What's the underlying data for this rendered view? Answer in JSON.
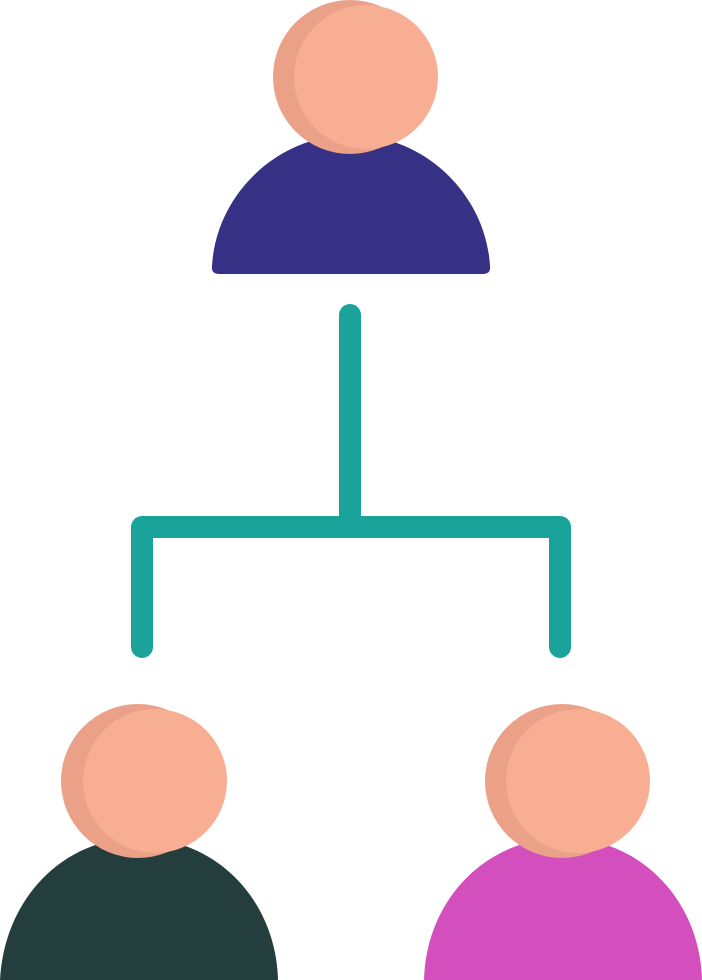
{
  "diagram": {
    "kind": "hierarchy",
    "nodes": [
      {
        "id": "top-person",
        "role": "parent",
        "icon": "person-icon",
        "body_color": "#373186",
        "head_color": "#F8AE92",
        "head_shadow_color": "#EBA088"
      },
      {
        "id": "bottom-left-person",
        "role": "child",
        "icon": "person-icon",
        "body_color": "#243E3D",
        "head_color": "#F8AE92",
        "head_shadow_color": "#EBA088"
      },
      {
        "id": "bottom-right-person",
        "role": "child",
        "icon": "person-icon",
        "body_color": "#D34FBD",
        "head_color": "#F8AE92",
        "head_shadow_color": "#EBA088"
      }
    ],
    "edges": [
      {
        "from": "top-person",
        "to": "bottom-left-person"
      },
      {
        "from": "top-person",
        "to": "bottom-right-person"
      }
    ],
    "connector_color": "#1AA39A",
    "background_color": "#FFFFFF"
  }
}
